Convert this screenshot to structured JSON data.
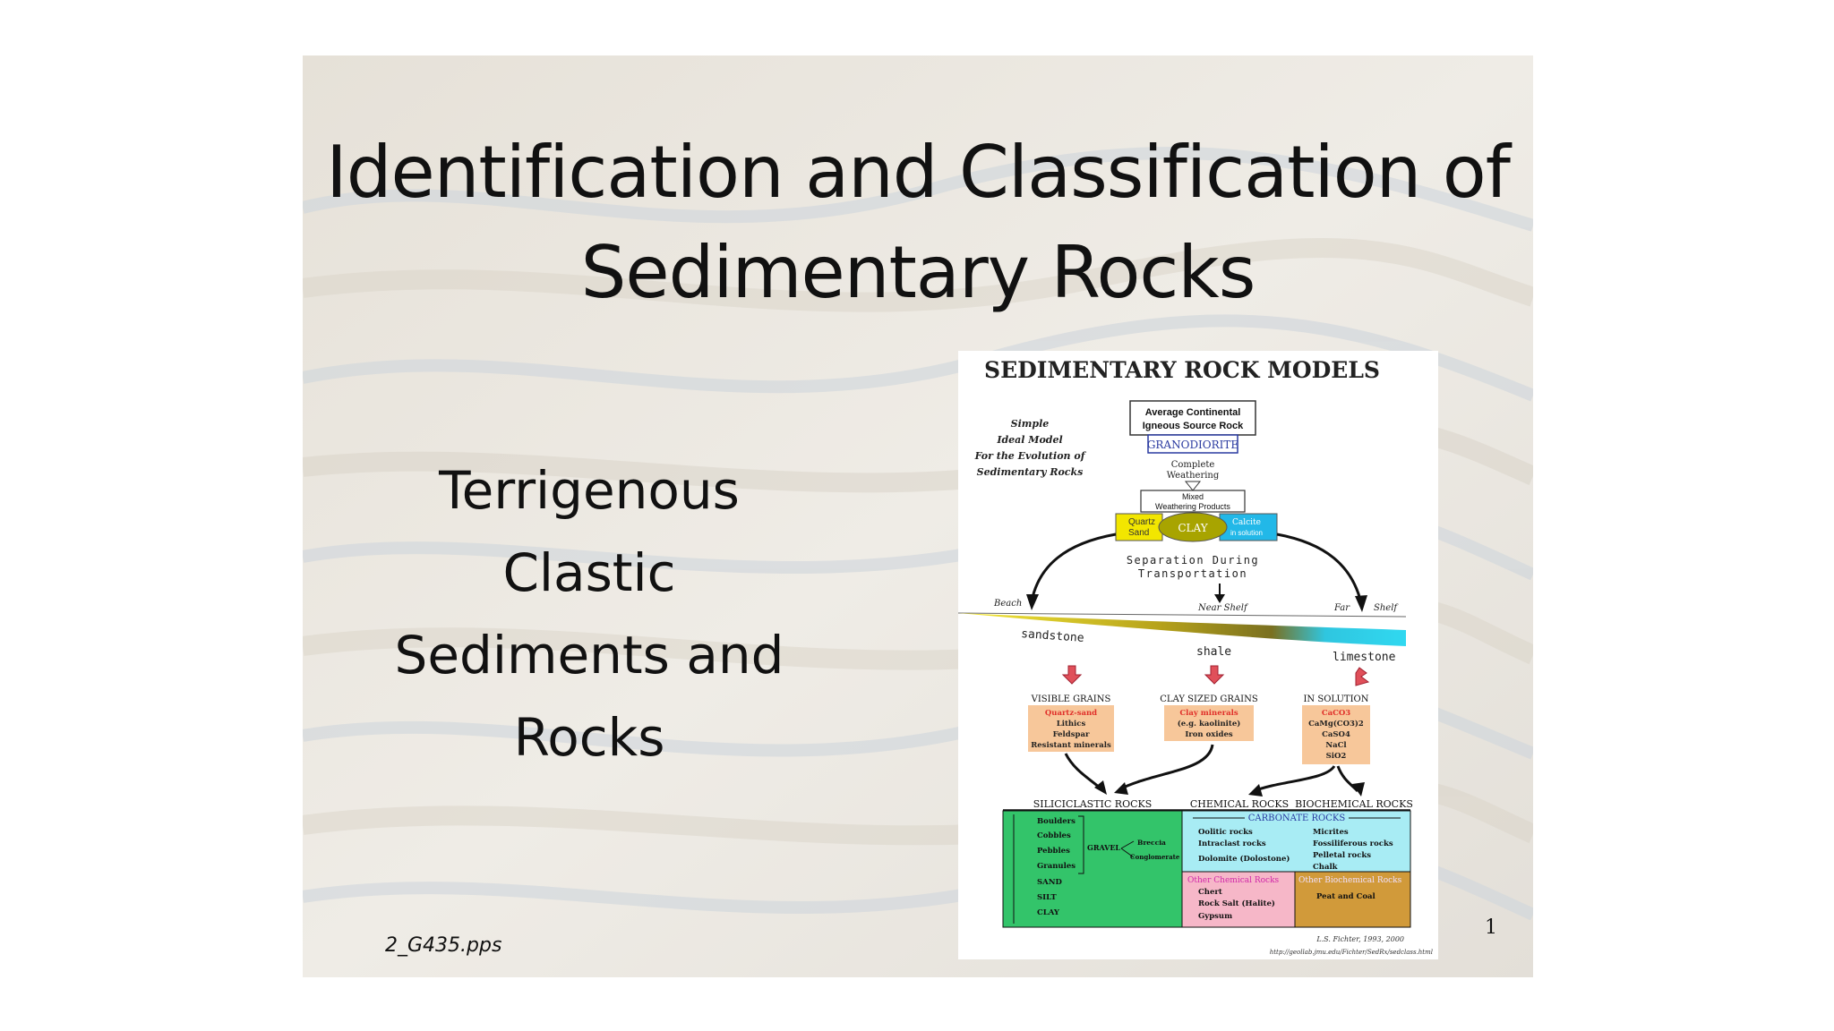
{
  "slide": {
    "title_line1": "Identification and Classification of",
    "title_line2": "Sedimentary Rocks",
    "subtitle_line1": "Terrigenous Clastic",
    "subtitle_line2": "Sediments and Rocks",
    "footer": "2_G435.pps",
    "page_number": "1"
  },
  "figure": {
    "title": "SEDIMENTARY ROCK MODELS",
    "side_note": [
      "Simple",
      "Ideal Model",
      "For the Evolution of",
      "Sedimentary Rocks"
    ],
    "source_box": [
      "Average Continental",
      "Igneous Source Rock"
    ],
    "granodiorite": "GRANODIORITE",
    "weathering": [
      "Complete",
      "Weathering"
    ],
    "mixed": [
      "Mixed",
      "Weathering Products"
    ],
    "quartz": [
      "Quartz",
      "Sand"
    ],
    "clay": "CLAY",
    "calcite": [
      "Calcite",
      "in solution"
    ],
    "separation": [
      "Separation During",
      "Transportation"
    ],
    "zones": [
      "Beach",
      "Near Shelf",
      "Far",
      "Shelf"
    ],
    "rocks": [
      "sandstone",
      "shale",
      "limestone"
    ],
    "grain_headers": [
      "VISIBLE GRAINS",
      "CLAY SIZED GRAINS",
      "IN SOLUTION"
    ],
    "visible_grains": [
      "Quartz-sand",
      "Lithics",
      "Feldspar",
      "Resistant minerals"
    ],
    "clay_grains": [
      "Clay minerals",
      "(e.g. kaolinite)",
      "Iron oxides"
    ],
    "solution": [
      "CaCO3",
      "CaMg(CO3)2",
      "CaSO4",
      "NaCl",
      "SiO2"
    ],
    "rock_headers": [
      "SILICICLASTIC ROCKS",
      "CHEMICAL ROCKS",
      "BIOCHEMICAL ROCKS"
    ],
    "carbonate": "CARBONATE ROCKS",
    "siliciclastic": [
      "Boulders",
      "Cobbles",
      "Pebbles",
      "Granules",
      "SAND",
      "SILT",
      "CLAY"
    ],
    "gravel": "GRAVEL",
    "gravel_types": [
      "Breccia",
      "Conglomerate"
    ],
    "chemical": [
      "Oolitic rocks",
      "Intraclast rocks",
      "Dolomite (Dolostone)"
    ],
    "biochemical": [
      "Micrites",
      "Fossiliferous rocks",
      "Pelletal rocks",
      "Chalk"
    ],
    "other_chemical_label": "Other Chemical Rocks",
    "other_chemical": [
      "Chert",
      "Rock Salt (Halite)",
      "Gypsum"
    ],
    "other_biochemical_label": "Other Biochemical Rocks",
    "other_biochemical": [
      "Peat and Coal"
    ],
    "credit": "L.S. Fichter, 1993, 2000",
    "url": "http://geollab.jmu.edu/Fichter/SedRx/sedclass.html",
    "colors": {
      "quartz": "#f2e600",
      "clay": "#a8a400",
      "calcite": "#22b8e8",
      "peach": "#f7c79a",
      "green": "#33c46a",
      "cyan": "#a8ecf4",
      "pink": "#f6b7c8",
      "tan": "#d19a3a",
      "arrow_red": "#e0505a"
    }
  }
}
